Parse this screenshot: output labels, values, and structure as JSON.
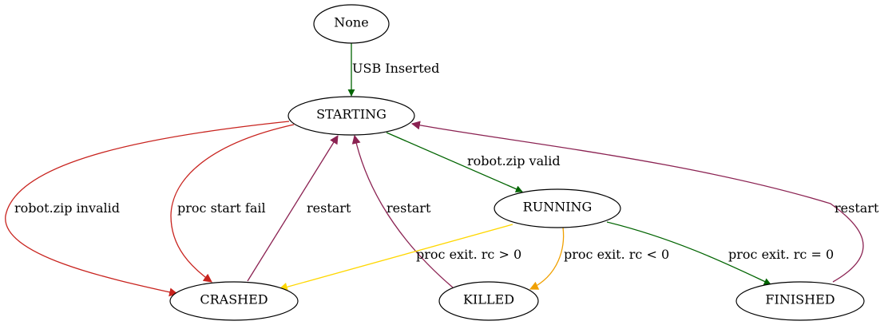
{
  "diagram": {
    "colors": {
      "green": "#006400",
      "red": "#c8231e",
      "maroon": "#8b2252",
      "yellow": "#ffd700",
      "orange": "#f0a000"
    },
    "nodes": {
      "none": "None",
      "starting": "STARTING",
      "running": "RUNNING",
      "crashed": "CRASHED",
      "killed": "KILLED",
      "finished": "FINISHED"
    },
    "edges": {
      "none_to_starting": "USB Inserted",
      "starting_to_running": "robot.zip valid",
      "starting_to_crashed_invalid": "robot.zip invalid",
      "starting_to_crashed_start_fail": "proc start fail",
      "crashed_to_starting": "restart",
      "killed_to_starting": "restart",
      "finished_to_starting": "restart",
      "running_to_crashed": "proc exit. rc > 0",
      "running_to_killed": "proc exit. rc < 0",
      "running_to_finished": "proc exit. rc = 0"
    }
  }
}
